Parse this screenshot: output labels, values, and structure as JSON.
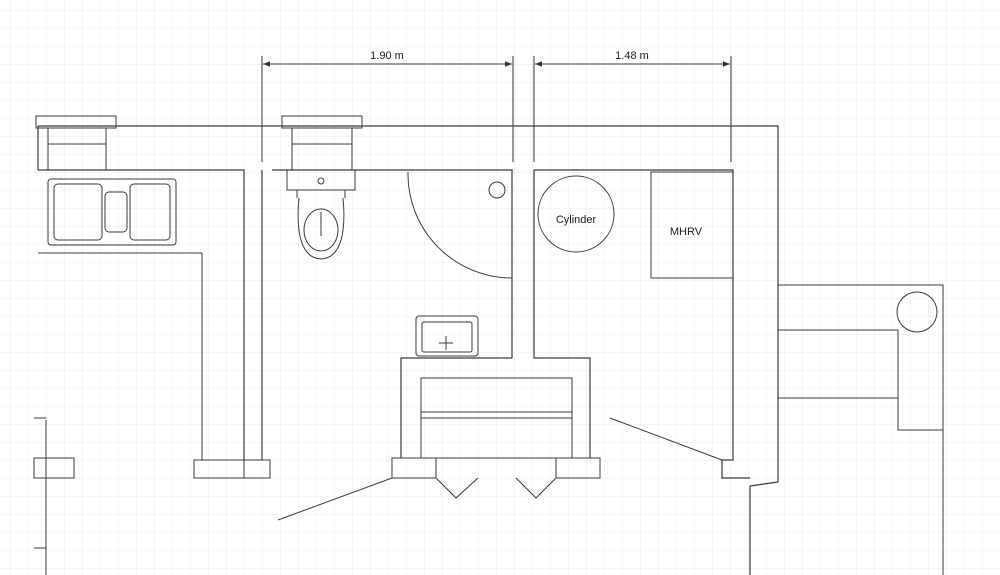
{
  "dimensions": {
    "toilet_width": "1.90 m",
    "cupboard_width": "1.48 m"
  },
  "fixtures": {
    "cylinder_label": "Cylinder",
    "mhrv_label": "MHRV"
  },
  "colors": {
    "grid": "#e6ecf2",
    "lines": "#3a3a3a",
    "background": "#ffffff"
  }
}
